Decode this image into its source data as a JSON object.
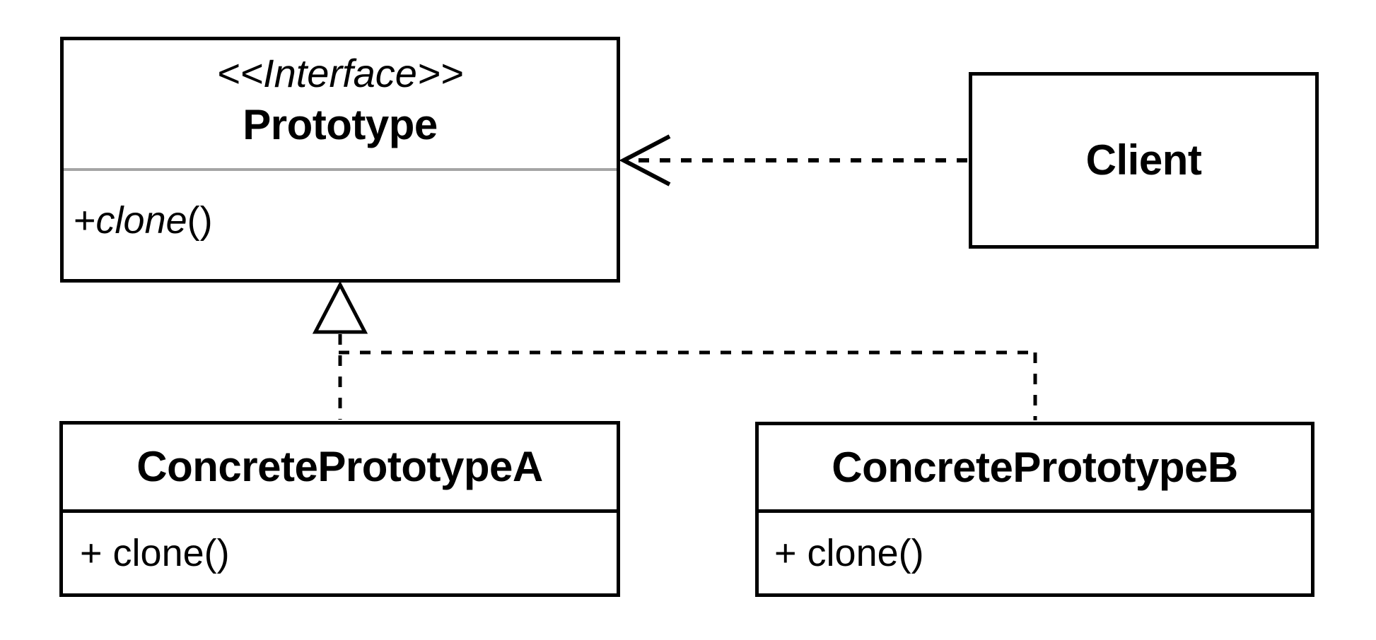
{
  "diagram": {
    "kind": "uml-class-diagram",
    "pattern": "Prototype",
    "colors": {
      "line": "#000000",
      "background": "#ffffff",
      "interface_divider": "#a5a5a5"
    },
    "classes": {
      "prototype": {
        "stereotype": "<<Interface>>",
        "name": "Prototype",
        "method": {
          "visibility": "+ ",
          "name": "clone",
          "params": "()"
        }
      },
      "client": {
        "name": "Client"
      },
      "concrete_a": {
        "name": "ConcretePrototypeA",
        "method": "+ clone()"
      },
      "concrete_b": {
        "name": "ConcretePrototypeB",
        "method": "+ clone()"
      }
    },
    "relationships": [
      {
        "from": "Client",
        "to": "Prototype",
        "type": "dependency",
        "line": "dashed",
        "arrowhead": "open"
      },
      {
        "from": "ConcretePrototypeA",
        "to": "Prototype",
        "type": "realization",
        "line": "dashed",
        "arrowhead": "hollow-triangle"
      },
      {
        "from": "ConcretePrototypeB",
        "to": "Prototype",
        "type": "realization",
        "line": "dashed",
        "arrowhead": "hollow-triangle"
      }
    ]
  }
}
